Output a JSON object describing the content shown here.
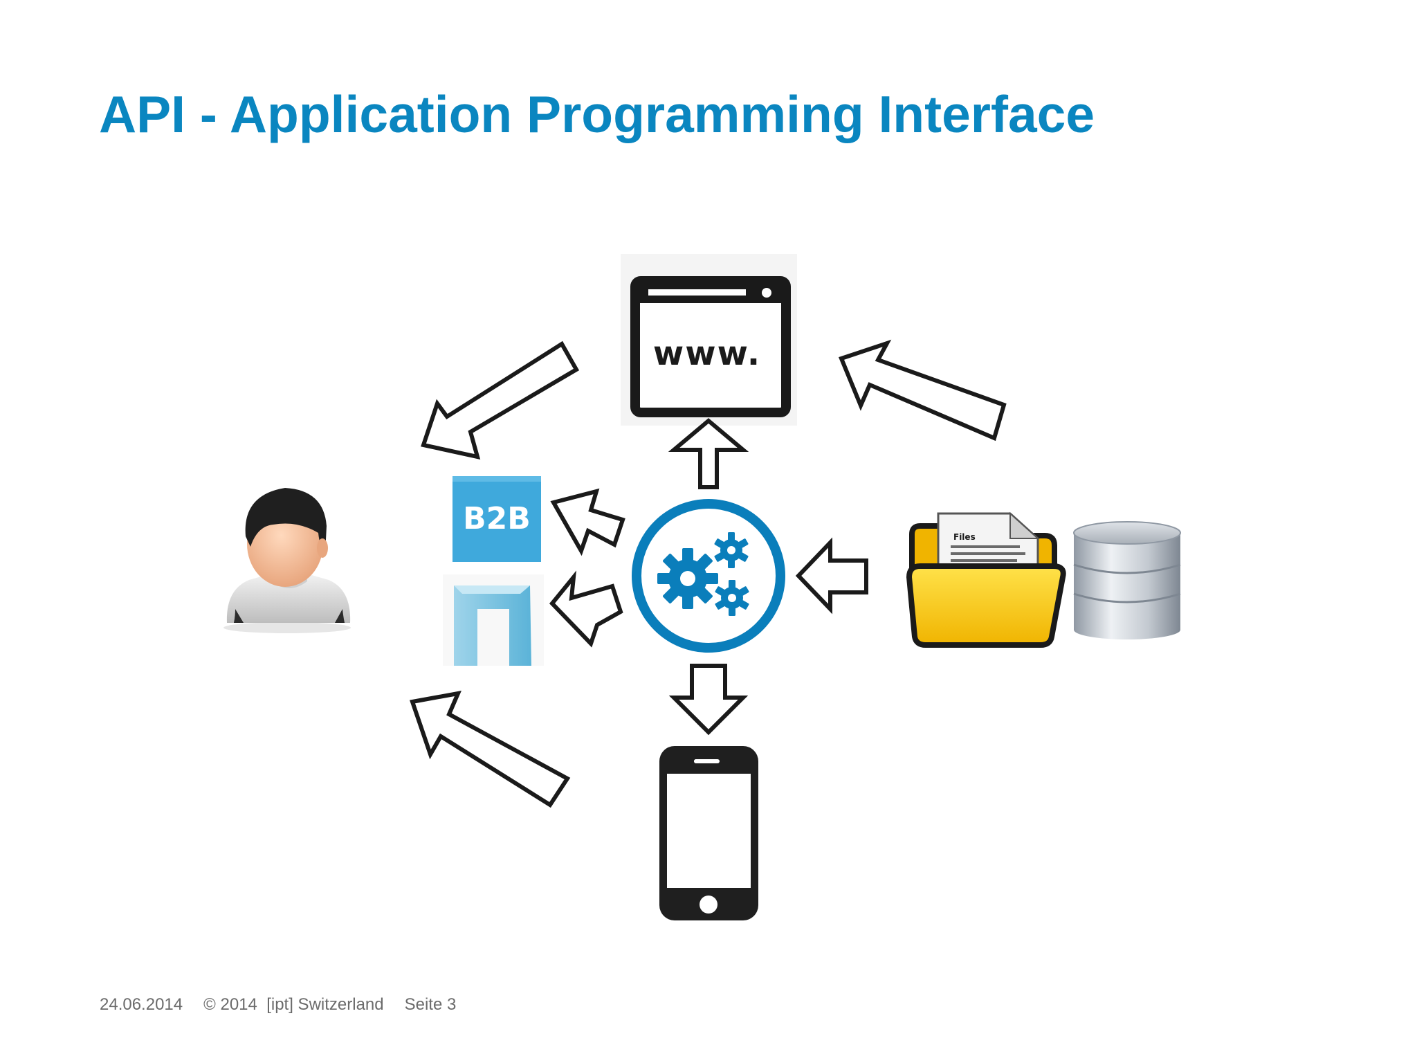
{
  "slide": {
    "title": "API - Application Programming Interface"
  },
  "diagram": {
    "nodes": {
      "website": {
        "icon": "browser-window-icon",
        "text": "www."
      },
      "api": {
        "icon": "gears-circle-icon"
      },
      "mobile": {
        "icon": "smartphone-icon"
      },
      "user": {
        "icon": "user-avatar-icon"
      },
      "b2b": {
        "icon": "b2b-logo-icon",
        "text": "B2B"
      },
      "partner": {
        "icon": "partner-logo-icon"
      },
      "files": {
        "icon": "files-folder-icon",
        "text": "Files"
      },
      "database": {
        "icon": "database-icon"
      }
    },
    "colors": {
      "accent": "#0a86c0",
      "b2b": "#3fa9dc",
      "partner": "#7cc4e0",
      "outline": "#1a1a1a",
      "folder": "#f5c200"
    }
  },
  "footer": {
    "date": "24.06.2014",
    "copyright": "© 2014  [ipt] Switzerland",
    "page": "Seite 3"
  }
}
